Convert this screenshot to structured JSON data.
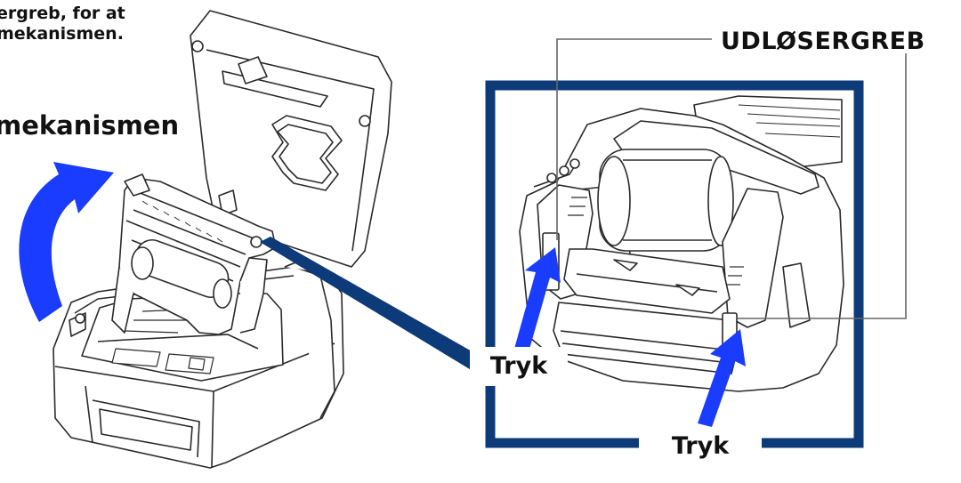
{
  "caption": {
    "line1": "ergreb, for at",
    "line2": "mekanismen."
  },
  "mechanism_label": "mekanismen",
  "release_lever_label": "UDLØSERGREB",
  "press_labels": [
    "Tryk",
    "Tryk"
  ],
  "colors": {
    "frame_blue": "#0d3a78",
    "arrow_blue": "#1a3cff",
    "line_art": "#2a2a2a"
  }
}
